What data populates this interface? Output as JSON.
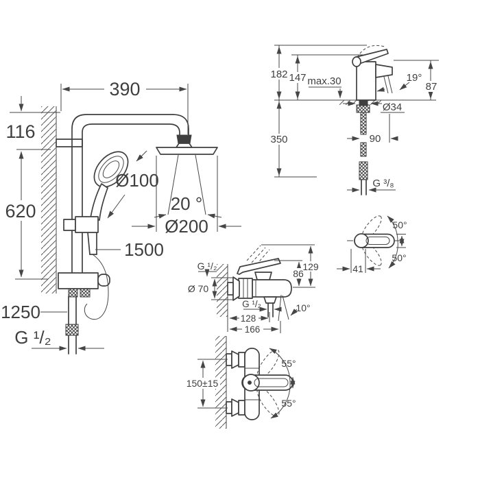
{
  "ink": "#3f3f3f",
  "background": "#ffffff",
  "shower_system": {
    "dims": {
      "top_width": "390",
      "head_offset": "116",
      "rail_height": "620",
      "hand_shower_diameter": "Ø100",
      "head_swivel_angle": "20 °",
      "head_diameter": "Ø200",
      "hose_length": "1500",
      "hose_drop": "1250",
      "connection_thread": "G ¹/₂"
    }
  },
  "basin_mixer": {
    "dims": {
      "total_height": "182",
      "lever_height": "147",
      "max_deck_thickness": "max.30",
      "spray_angle": "19°",
      "spout_height": "87",
      "base_diameter": "Ø34",
      "supply_length": "350",
      "projection": "90",
      "connection_thread": "G ³/₈"
    }
  },
  "lever_view": {
    "dims": {
      "swing_up": "50°",
      "swing_down": "50°",
      "reach": "41"
    }
  },
  "bath_mixer": {
    "dims": {
      "wall_thread": "G ¹/₂",
      "escutcheon_diameter": "Ø 70",
      "body_height": "86",
      "total_height": "129",
      "outlet_thread": "G ¹/₂",
      "spout_angle": "10°",
      "outlet_distance": "128",
      "projection": "166"
    }
  },
  "top_view_mixer": {
    "dims": {
      "connection_distance": "150±15",
      "swing_up": "55°",
      "swing_down": "55°"
    }
  }
}
